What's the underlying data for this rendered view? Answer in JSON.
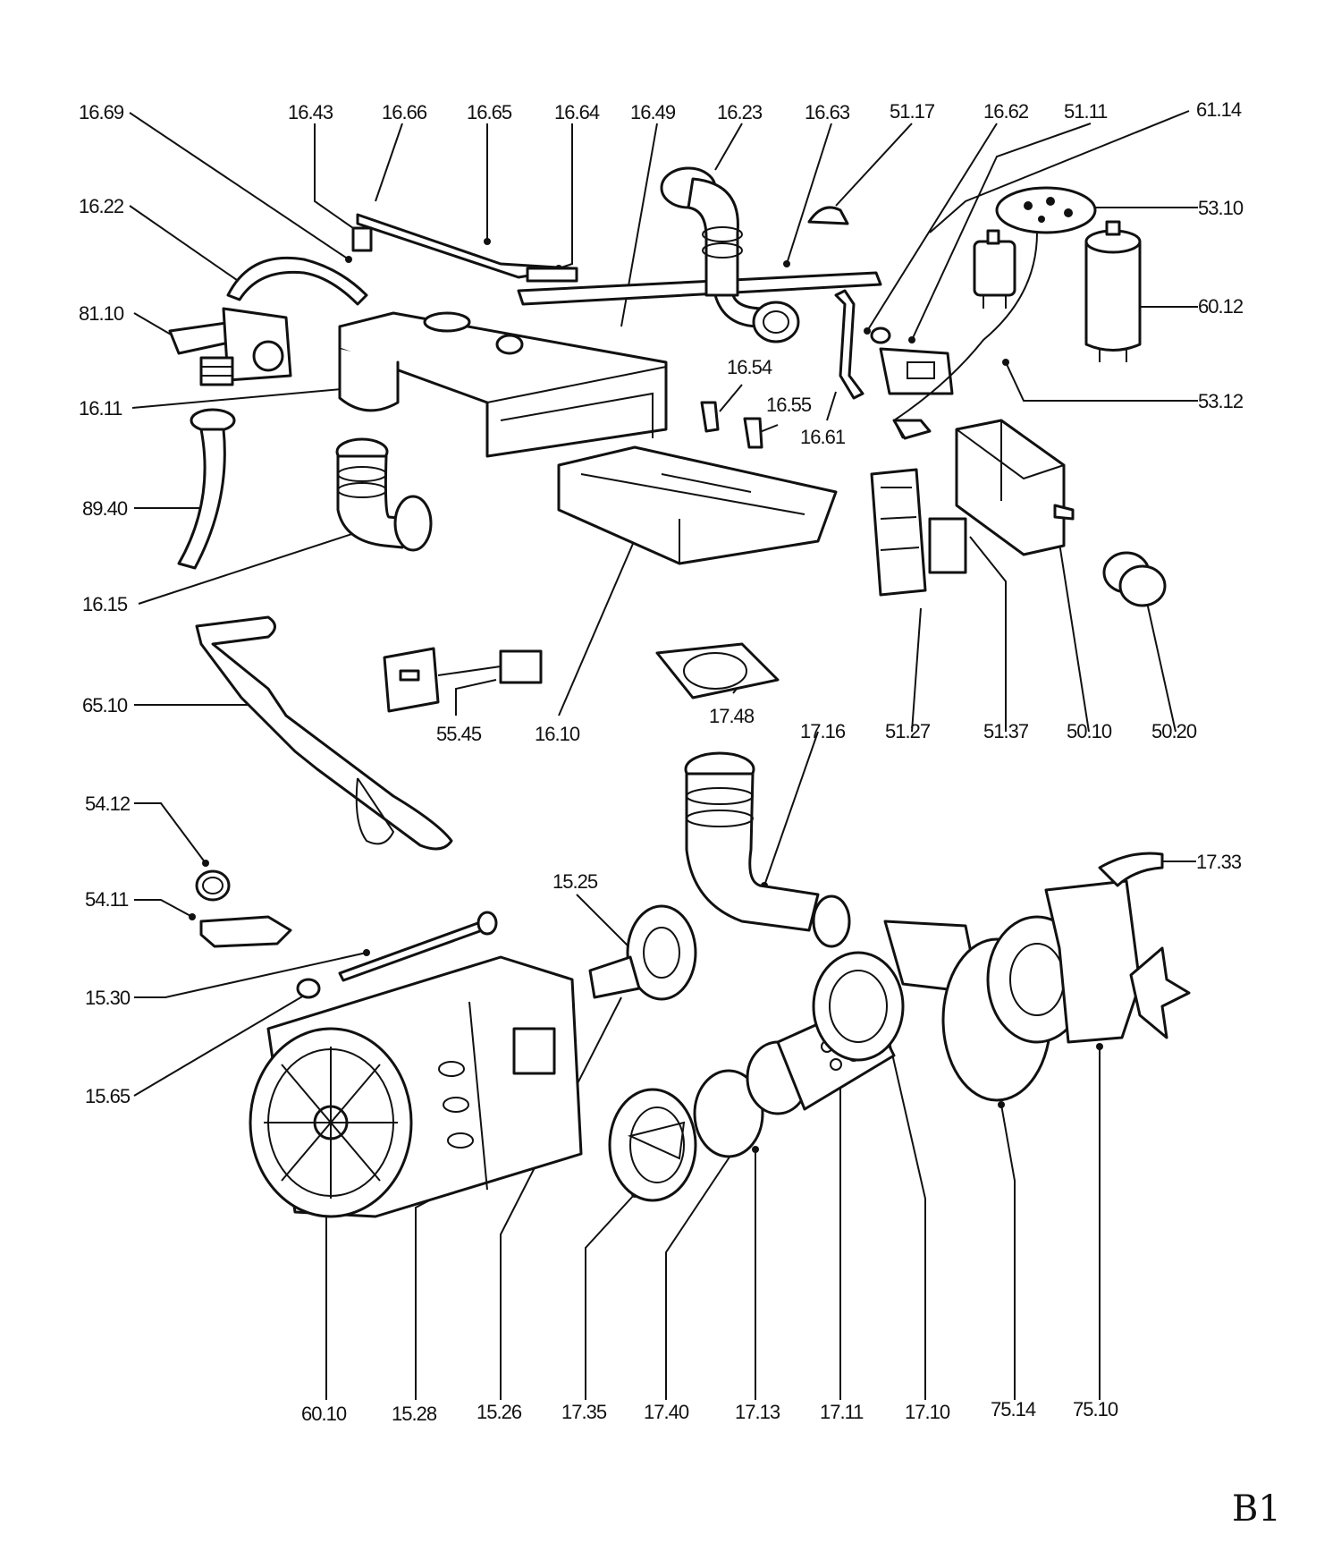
{
  "sheet_id": "B1",
  "labels": {
    "l1669": "16.69",
    "l1643": "16.43",
    "l1666": "16.66",
    "l1665": "16.65",
    "l1664": "16.64",
    "l1649": "16.49",
    "l1623": "16.23",
    "l1663": "16.63",
    "l5117": "51.17",
    "l1662": "16.62",
    "l5111": "51.11",
    "l6114": "61.14",
    "l1622": "16.22",
    "l5310": "53.10",
    "l8110": "81.10",
    "l6012": "60.12",
    "l1611": "16.11",
    "l1654": "16.54",
    "l5312": "53.12",
    "l1655": "16.55",
    "l1661": "16.61",
    "l8940": "89.40",
    "l1615": "16.15",
    "l6510": "65.10",
    "l5545": "55.45",
    "l1610": "16.10",
    "l1748": "17.48",
    "l1716": "17.16",
    "l5127": "51.27",
    "l5137": "51.37",
    "l5010": "50.10",
    "l5020": "50.20",
    "l5412": "54.12",
    "l5411": "54.11",
    "l1525": "15.25",
    "l1733": "17.33",
    "l1530": "15.30",
    "l1565": "15.65",
    "l6010": "60.10",
    "l1528": "15.28",
    "l1526": "15.26",
    "l1735": "17.35",
    "l1740": "17.40",
    "l1713": "17.13",
    "l1711": "17.11",
    "l1710": "17.10",
    "l7514": "75.14",
    "l7510": "75.10"
  }
}
